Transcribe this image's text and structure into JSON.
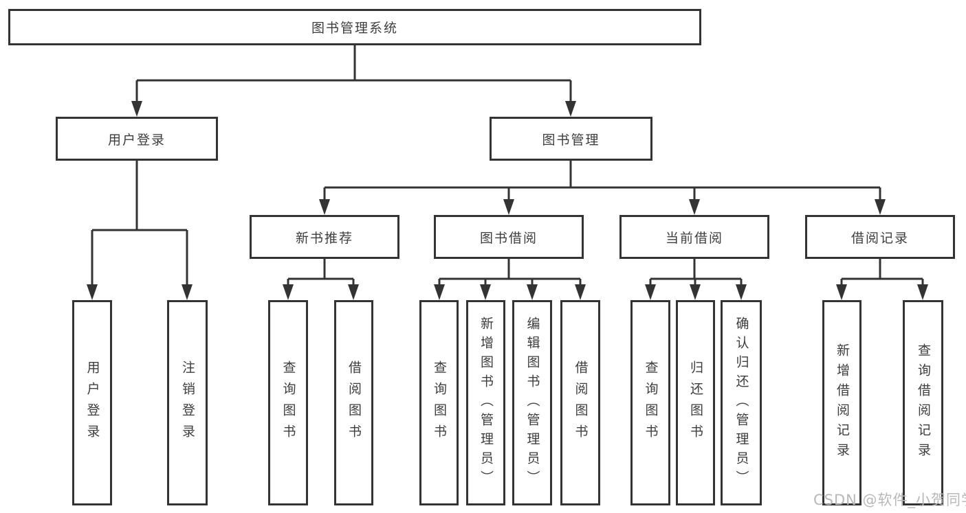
{
  "tree": {
    "label": "图书管理系统",
    "children": [
      {
        "label": "用户登录",
        "children": [
          {
            "label": "用户登录"
          },
          {
            "label": "注销登录"
          }
        ]
      },
      {
        "label": "图书管理",
        "children": [
          {
            "label": "新书推荐",
            "children": [
              {
                "label": "查询图书"
              },
              {
                "label": "借阅图书"
              }
            ]
          },
          {
            "label": "图书借阅",
            "children": [
              {
                "label": "查询图书"
              },
              {
                "label": "新增图书（管理员）"
              },
              {
                "label": "编辑图书（管理员）"
              },
              {
                "label": "借阅图书"
              }
            ]
          },
          {
            "label": "当前借阅",
            "children": [
              {
                "label": "查询图书"
              },
              {
                "label": "归还图书"
              },
              {
                "label": "确认归还（管理员）"
              }
            ]
          },
          {
            "label": "借阅记录",
            "children": [
              {
                "label": "新增借阅记录"
              },
              {
                "label": "查询借阅记录"
              }
            ]
          }
        ]
      }
    ]
  },
  "watermark": "CSDN @软件_小贺同学",
  "colors": {
    "line": "#333333",
    "text": "#3d3d3d",
    "watermark": "#b8b8b8",
    "background": "#ffffff"
  }
}
